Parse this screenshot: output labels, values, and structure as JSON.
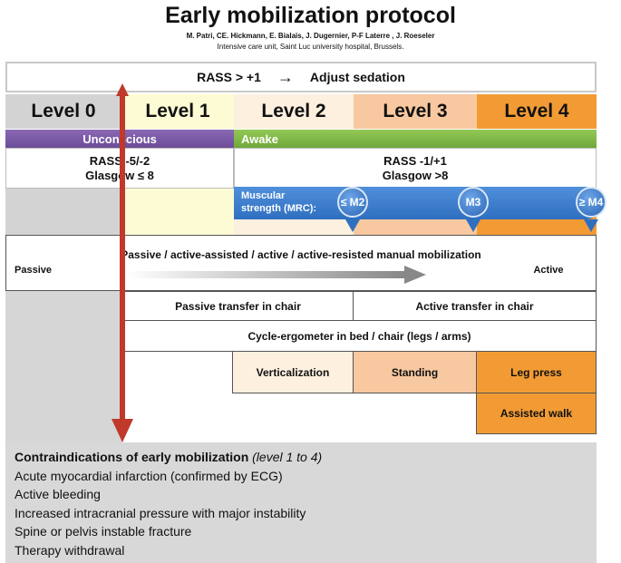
{
  "title": "Early mobilization protocol",
  "authors": "M. Patri, CE. Hickmann, E. Bialais, J. Dugernier, P-F Laterre , J. Roeseler",
  "affiliation": "Intensive care unit, Saint Luc university hospital, Brussels.",
  "rass_header": {
    "condition": "RASS > +1",
    "arrow": "→",
    "action": "Adjust sedation"
  },
  "levels": [
    "Level 0",
    "Level 1",
    "Level 2",
    "Level 3",
    "Level 4"
  ],
  "level_colors": [
    "#d3d3d3",
    "#fdfbd4",
    "#fdf0df",
    "#f8c8a0",
    "#f29b34"
  ],
  "consciousness": {
    "unconscious": "Unconscious",
    "awake": "Awake"
  },
  "scores": {
    "unconscious": {
      "rass": "RASS -5/-2",
      "glasgow": "Glasgow ≤ 8"
    },
    "awake": {
      "rass": "RASS -1/+1",
      "glasgow": "Glasgow >8"
    }
  },
  "mrc": {
    "label_line1": "Muscular",
    "label_line2": "strength (MRC):",
    "thresholds": [
      "≤ M2",
      "M3",
      "≥ M4"
    ]
  },
  "manual_mobilization": {
    "label": "Passive / active-assisted / active / active-resisted manual mobilization",
    "start": "Passive",
    "end": "Active"
  },
  "activities": {
    "passive_transfer": "Passive transfer in chair",
    "active_transfer": "Active transfer in chair",
    "cycle": "Cycle-ergometer in bed / chair (legs / arms)",
    "verticalization": "Verticalization",
    "standing": "Standing",
    "leg_press": "Leg press",
    "assisted_walk": "Assisted walk"
  },
  "contraindications": {
    "heading": "Contraindications of early mobilization",
    "heading_note": "(level 1 to 4)",
    "items": [
      "Acute myocardial infarction (confirmed by ECG)",
      "Active bleeding",
      "Increased intracranial pressure with major instability",
      "Spine or pelvis instable fracture",
      "Therapy withdrawal"
    ]
  },
  "colors": {
    "unconscious_band": "#6c4c98",
    "awake_band": "#6fa83a",
    "mrc_bar": "#2f6fc0",
    "red_arrow": "#c0392b"
  }
}
